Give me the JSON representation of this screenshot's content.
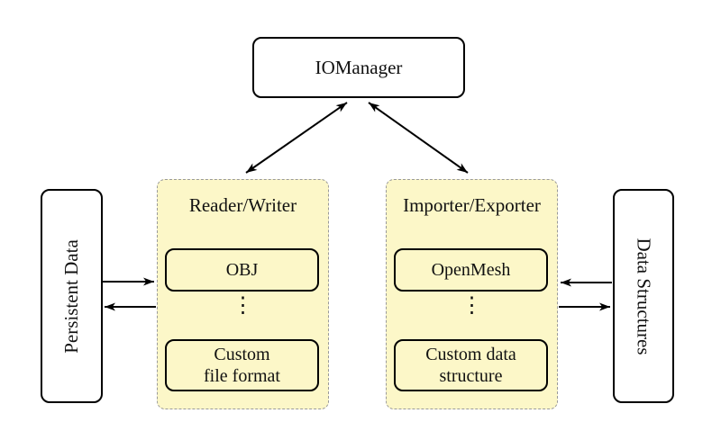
{
  "io_manager": {
    "label": "IOManager"
  },
  "persistent_data": {
    "label": "Persistent Data"
  },
  "data_structures": {
    "label": "Data Structures"
  },
  "reader_writer": {
    "title": "Reader/Writer",
    "obj_label": "OBJ",
    "dots": "⋮",
    "custom_line1": "Custom",
    "custom_line2": "file format"
  },
  "importer_exporter": {
    "title": "Importer/Exporter",
    "openmesh_label": "OpenMesh",
    "dots": "⋮",
    "custom_line1": "Custom data",
    "custom_line2": "structure"
  },
  "colors": {
    "panel_fill": "#FCF7C8",
    "panel_dashed_border": "#9A9A9A",
    "node_border": "#000000",
    "background": "#FFFFFF",
    "arrow": "#000000"
  }
}
